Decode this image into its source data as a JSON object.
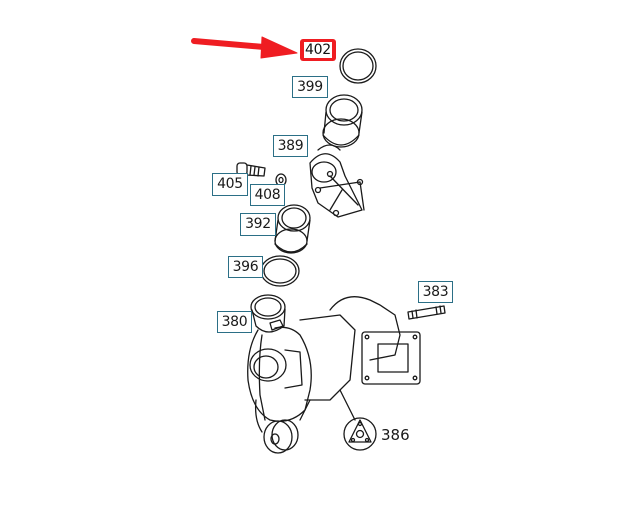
{
  "diagram": {
    "type": "exploded-parts-diagram",
    "subject": "turbocharger assembly",
    "highlight_color": "#ef1d22",
    "label_border_color": "#2b6f86",
    "highlighted_part": "402",
    "arrow": {
      "color": "#ef1d22",
      "points_to": "402"
    },
    "labels": [
      {
        "id": "402",
        "text": "402",
        "highlighted": true
      },
      {
        "id": "399",
        "text": "399",
        "highlighted": false
      },
      {
        "id": "389",
        "text": "389",
        "highlighted": false
      },
      {
        "id": "405",
        "text": "405",
        "highlighted": false
      },
      {
        "id": "408",
        "text": "408",
        "highlighted": false
      },
      {
        "id": "392",
        "text": "392",
        "highlighted": false
      },
      {
        "id": "396",
        "text": "396",
        "highlighted": false
      },
      {
        "id": "380",
        "text": "380",
        "highlighted": false
      },
      {
        "id": "383",
        "text": "383",
        "highlighted": false
      },
      {
        "id": "386",
        "text": "386",
        "highlighted": false
      }
    ],
    "parts": [
      {
        "number": "402",
        "shape": "seal ring"
      },
      {
        "number": "399",
        "shape": "sleeve / pipe connector"
      },
      {
        "number": "389",
        "shape": "bracket / elbow housing"
      },
      {
        "number": "405",
        "shape": "bolt"
      },
      {
        "number": "408",
        "shape": "washer"
      },
      {
        "number": "392",
        "shape": "sleeve / pipe connector"
      },
      {
        "number": "396",
        "shape": "seal ring"
      },
      {
        "number": "380",
        "shape": "turbocharger"
      },
      {
        "number": "383",
        "shape": "stud"
      },
      {
        "number": "386",
        "shape": "triangular flange nut (detail)"
      }
    ]
  }
}
